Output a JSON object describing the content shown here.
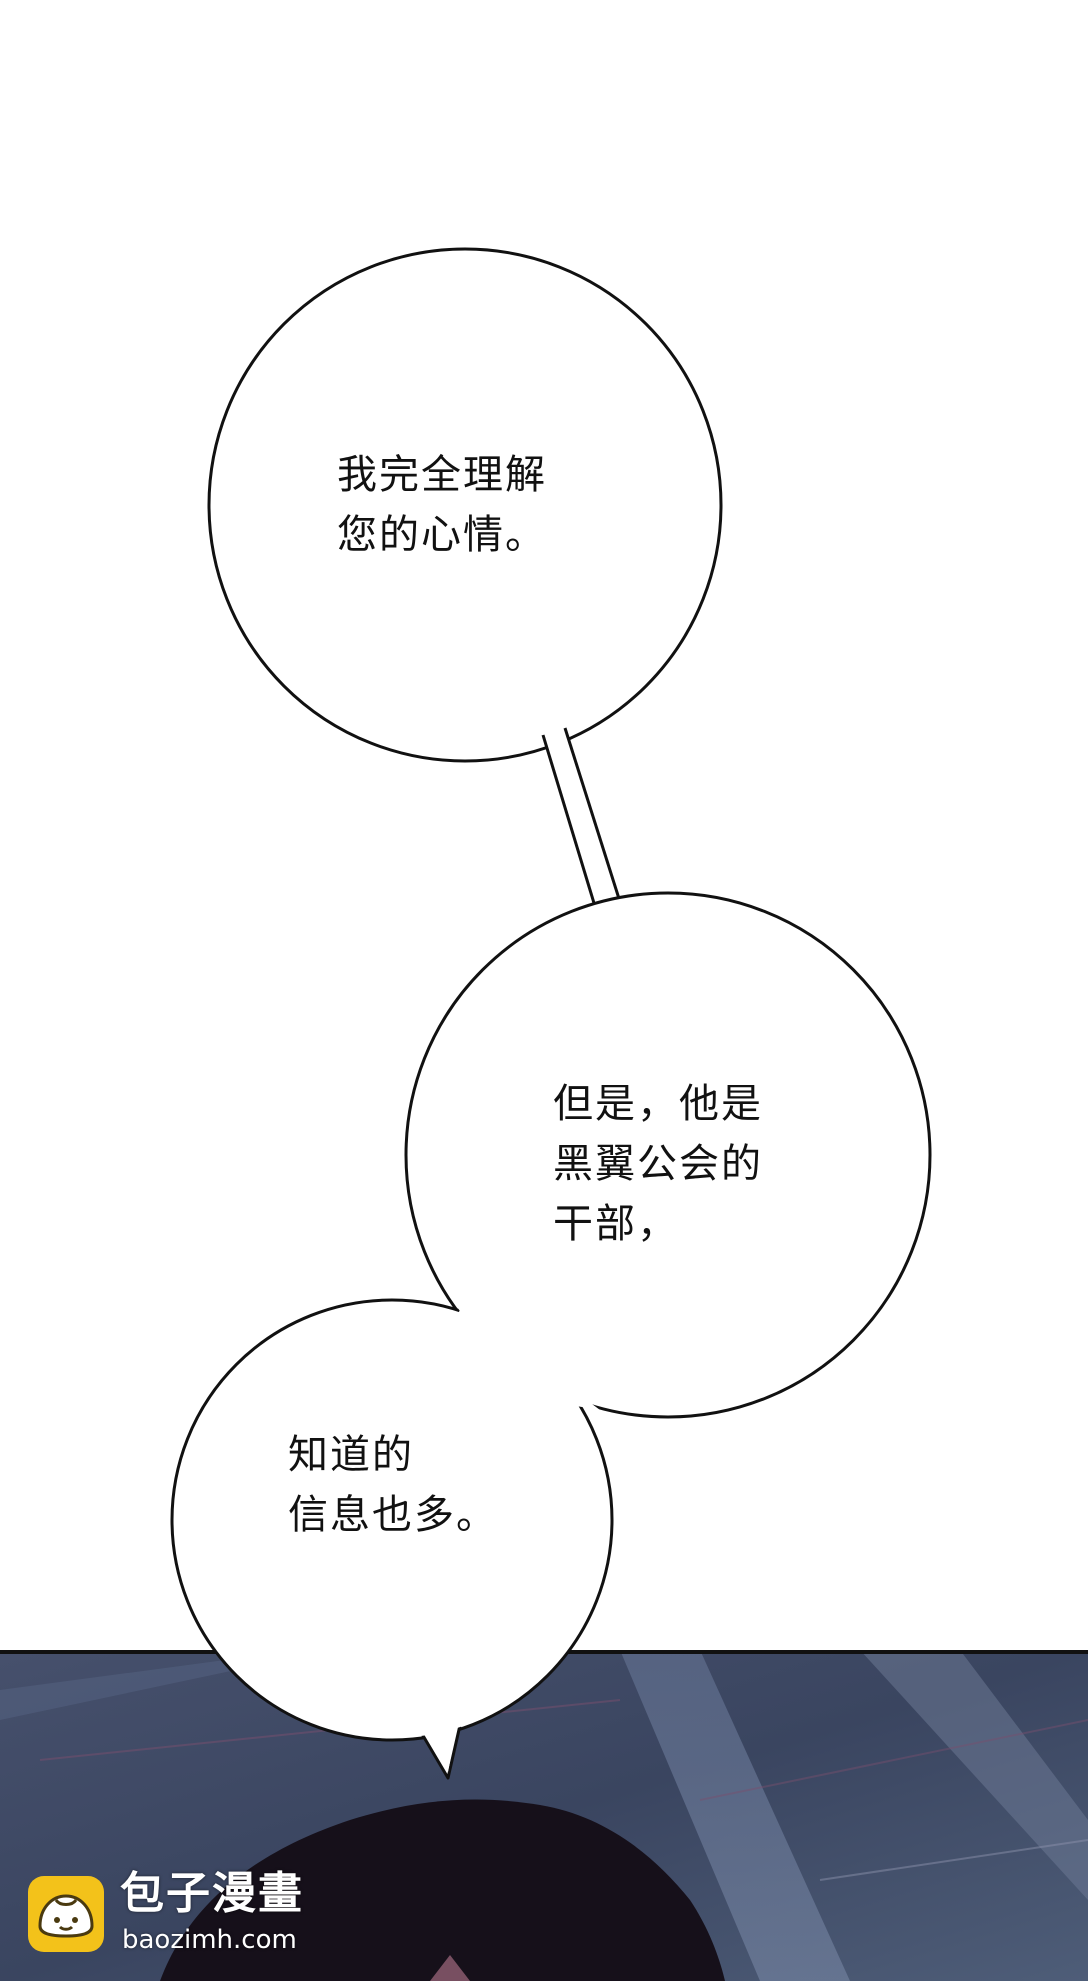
{
  "colors": {
    "page_background": "#ffffff",
    "bubble_fill": "#ffffff",
    "bubble_outline": "#111111",
    "scene_background": "#3c4862",
    "panel_border": "#111111",
    "character_hair": "#16101a",
    "watermark_logo": "#f3c21a"
  },
  "bubbles": [
    {
      "lines": [
        "我完全理解",
        "您的心情。"
      ]
    },
    {
      "lines": [
        "但是，他是",
        "黑翼公会的",
        "干部，"
      ]
    },
    {
      "lines": [
        "知道的",
        "信息也多。"
      ]
    }
  ],
  "watermark": {
    "icon": "bun-mascot-icon",
    "name": "包子漫畫",
    "url": "baozimh.com"
  }
}
